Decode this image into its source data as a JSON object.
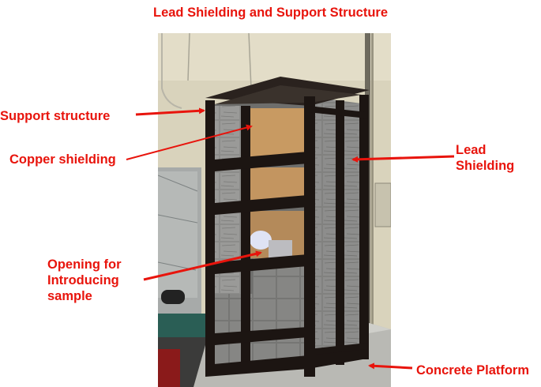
{
  "title": "Lead Shielding and Support Structure",
  "labels": {
    "support_structure": "Support structure",
    "copper_shielding": "Copper shielding",
    "lead_shielding_line1": "Lead",
    "lead_shielding_line2": "Shielding",
    "opening_line1": "Opening for",
    "opening_line2": "Introducing",
    "opening_line3": "sample",
    "concrete_platform": "Concrete Platform"
  },
  "colors": {
    "label_red": "#e8140c",
    "frame_black": "#1c1512",
    "lead_grey": "#8a8a88",
    "copper": "#c89a62",
    "wall": "#d8d0b8"
  }
}
